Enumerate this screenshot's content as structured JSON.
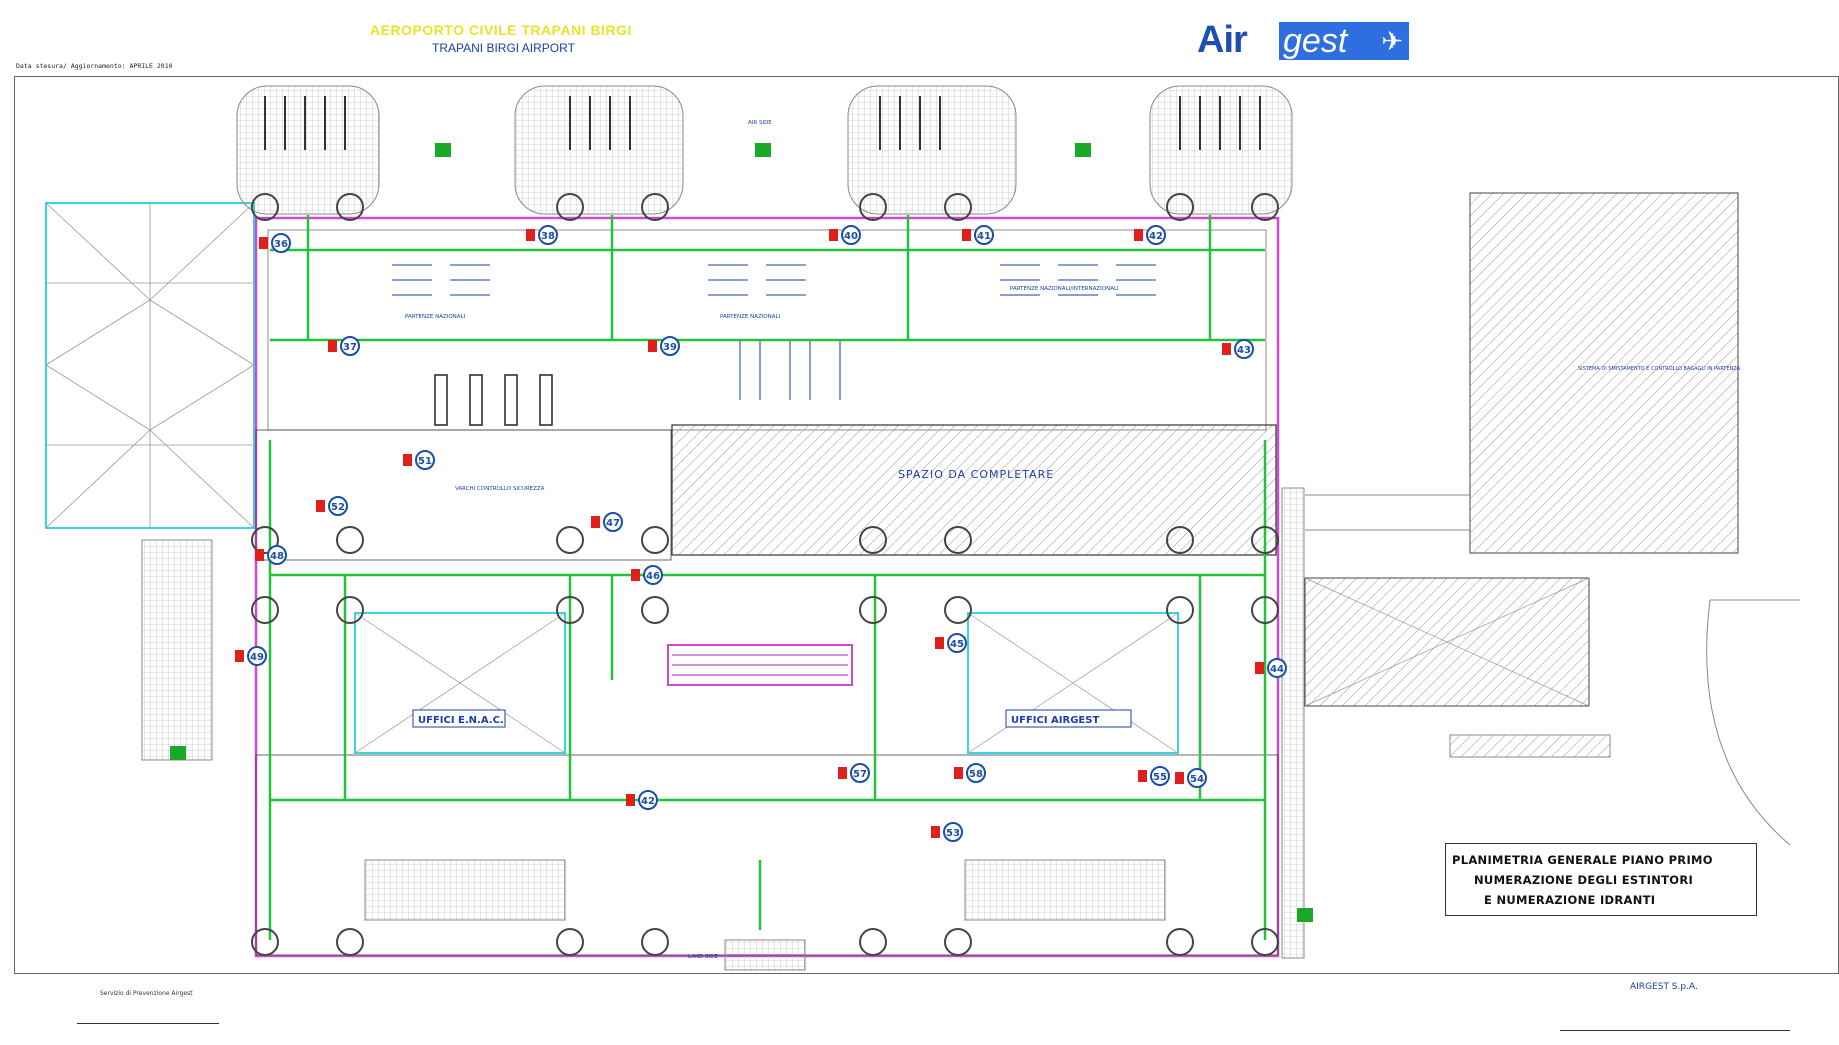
{
  "header": {
    "title_it": "AEROPORTO CIVILE TRAPANI BIRGI",
    "title_en": "TRAPANI BIRGI AIRPORT",
    "date_line": "Data stesura/ Aggiornamento:  APRILE 2010",
    "logo_air": "Air",
    "logo_gest": "gest",
    "logo_plane": "✈"
  },
  "plan_labels": {
    "spazio": "SPAZIO  DA  COMPLETARE",
    "uffici_enac": "UFFICI  E.N.A.C.",
    "uffici_airgest": "UFFICI  AIRGEST",
    "partenze_nazionali_a": "PARTENZE NAZIONALI",
    "partenze_nazionali_b": "PARTENZE NAZIONALI",
    "partenze_internazionali": "PARTENZE NAZIONALI/INTERNAZIONALI",
    "varchi": "VARCHI CONTROLLO SICUREZZA",
    "air_side": "AIR SIDE",
    "land_side": "LAND SIDE",
    "right_building": "SISTEMA DI SMISTAMENTO E CONTROLLO BAGAGLI IN PARTENZA"
  },
  "extinguishers": [
    "36",
    "38",
    "40",
    "41",
    "42",
    "37",
    "39",
    "43",
    "51",
    "52",
    "47",
    "46",
    "48",
    "49",
    "45",
    "44",
    "42",
    "57",
    "58",
    "55",
    "53",
    "54"
  ],
  "legend": {
    "line1": "PLANIMETRIA GENERALE PIANO PRIMO",
    "line2": "NUMERAZIONE DEGLI ESTINTORI",
    "line3": "E  NUMERAZIONE IDRANTI"
  },
  "footer": {
    "left": "Servizio di Prevenzione Airgest",
    "right": "AIRGEST S.p.A."
  },
  "colors": {
    "wall_magenta": "#d04ad0",
    "route_green": "#22c23a",
    "exit_green": "#1aa82a",
    "extinguisher_red": "#e0201a",
    "number_blue": "#1a4fa8",
    "glass_cyan": "#3ad6e0"
  }
}
